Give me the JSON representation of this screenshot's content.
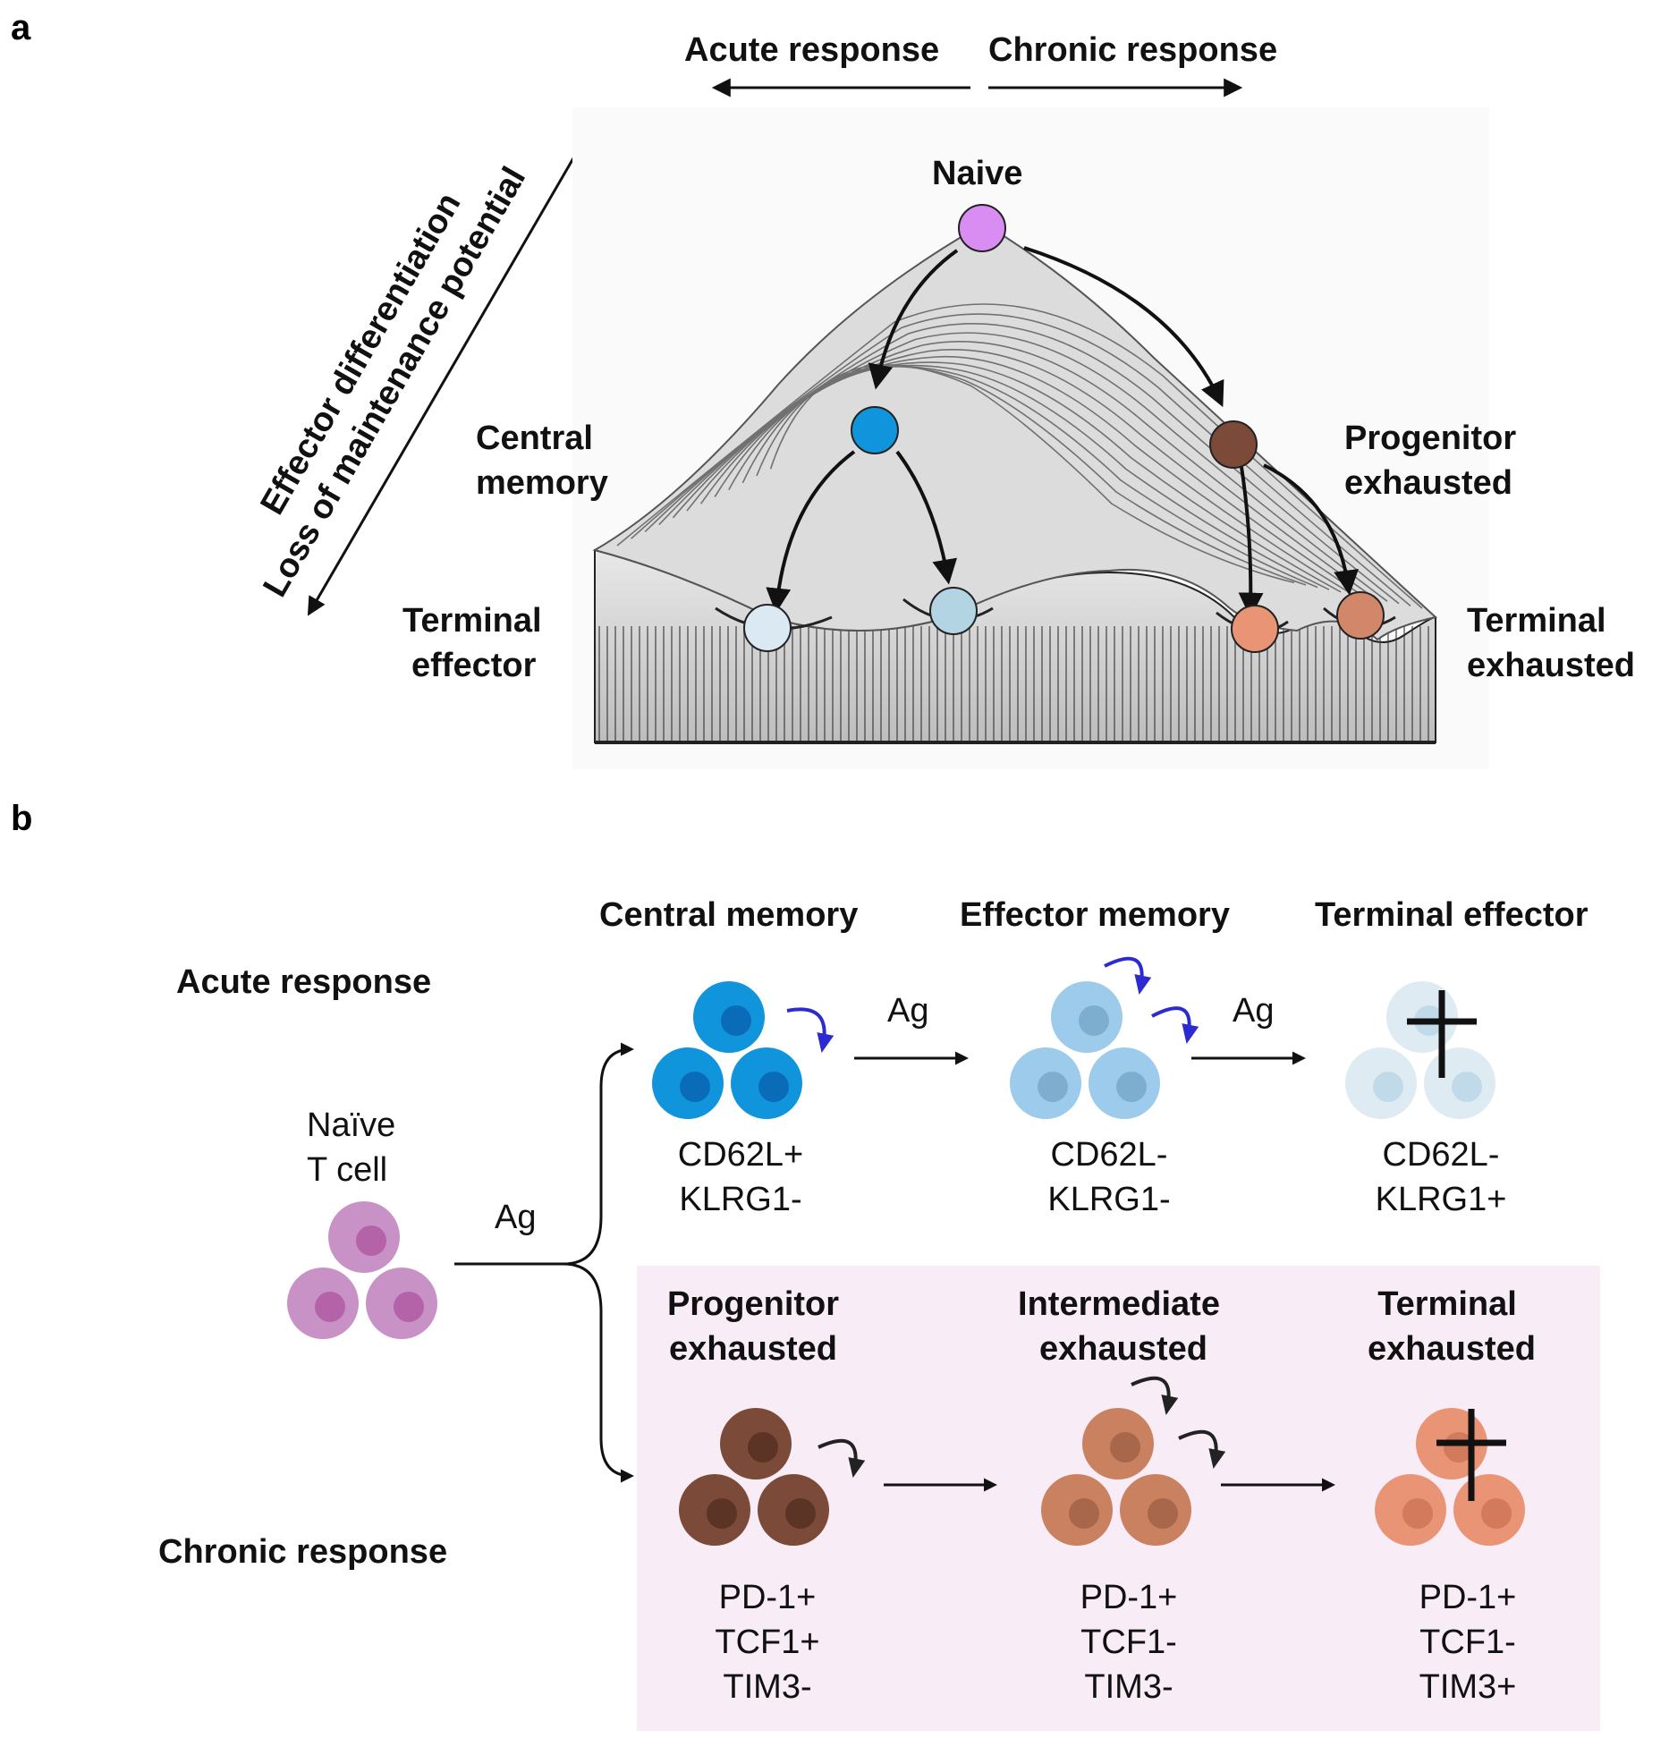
{
  "panel_a": {
    "letter": "a",
    "acute_header": "Acute response",
    "chronic_header": "Chronic response",
    "axis_label_line1": "Effector differentiation",
    "axis_label_line2": "Loss of maintenance potential",
    "naive": "Naive",
    "central_memory_line1": "Central",
    "central_memory_line2": "memory",
    "progenitor_line1": "Progenitor",
    "progenitor_line2": "exhausted",
    "terminal_effector_line1": "Terminal",
    "terminal_effector_line2": "effector",
    "terminal_exhausted_line1": "Terminal",
    "terminal_exhausted_line2": "exhausted"
  },
  "panel_b": {
    "letter": "b",
    "acute_response": "Acute response",
    "chronic_response": "Chronic response",
    "naive_line1": "Naïve",
    "naive_line2": "T cell",
    "ag_label": "Ag",
    "acute_stages": [
      {
        "title": "Central memory",
        "markers": [
          "CD62L+",
          "KLRG1-"
        ]
      },
      {
        "title": "Effector memory",
        "markers": [
          "CD62L-",
          "KLRG1-"
        ]
      },
      {
        "title": "Terminal effector",
        "markers": [
          "CD62L-",
          "KLRG1+"
        ]
      }
    ],
    "chronic_stages": [
      {
        "title_line1": "Progenitor",
        "title_line2": "exhausted",
        "markers": [
          "PD-1+",
          "TCF1+",
          "TIM3-"
        ]
      },
      {
        "title_line1": "Intermediate",
        "title_line2": "exhausted",
        "markers": [
          "PD-1+",
          "TCF1-",
          "TIM3-"
        ]
      },
      {
        "title_line1": "Terminal",
        "title_line2": "exhausted",
        "markers": [
          "PD-1+",
          "TCF1-",
          "TIM3+"
        ]
      }
    ]
  },
  "colors": {
    "naive": "#d98cf2",
    "central_memory": "#1094dc",
    "effector_memory": "#9ccbeb",
    "terminal_effector": "#dae9f2",
    "terminal_effector_alt": "#b3d4e3",
    "progenitor_exhausted": "#7b4a38",
    "intermediate_exhausted": "#c98160",
    "terminal_exhausted": "#e99474",
    "naive_cluster": "#c992c6",
    "chronic_bg": "#f8ecf7",
    "self_renew_acute": "#2b2bd1"
  }
}
